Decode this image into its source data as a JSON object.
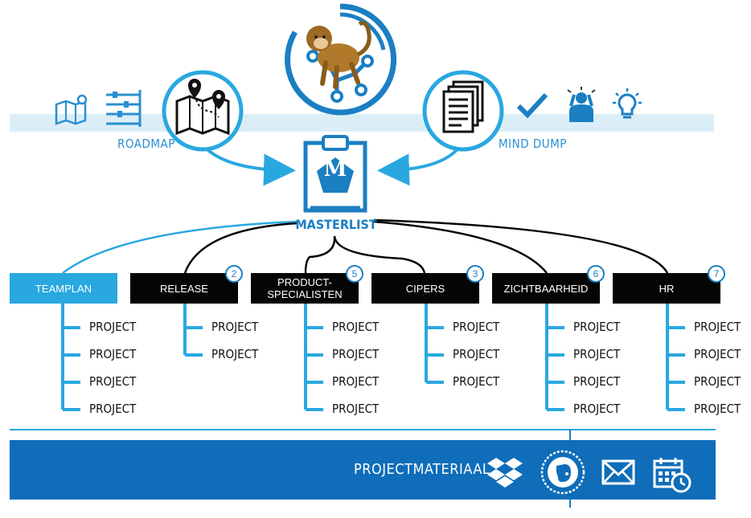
{
  "header": {
    "roadmap_label": "ROADMAP",
    "mind_dump_label": "MIND DUMP",
    "masterlist_label": "MASTERLIST",
    "masterlist_letter": "M"
  },
  "teams": [
    {
      "label": "TEAMPLAN",
      "badge": "",
      "projects": [
        "PROJECT",
        "PROJECT",
        "PROJECT",
        "PROJECT"
      ]
    },
    {
      "label": "RELEASE",
      "badge": "2",
      "projects": [
        "PROJECT",
        "PROJECT"
      ]
    },
    {
      "label": "PRODUCT-",
      "label2": "SPECIALISTEN",
      "badge": "5",
      "projects": [
        "PROJECT",
        "PROJECT",
        "PROJECT",
        "PROJECT"
      ]
    },
    {
      "label": "CIPERS",
      "badge": "3",
      "projects": [
        "PROJECT",
        "PROJECT",
        "PROJECT"
      ]
    },
    {
      "label": "ZICHTBAARHEID",
      "badge": "6",
      "projects": [
        "PROJECT",
        "PROJECT",
        "PROJECT",
        "PROJECT"
      ]
    },
    {
      "label": "HR",
      "badge": "7",
      "projects": [
        "PROJECT",
        "PROJECT",
        "PROJECT",
        "PROJECT"
      ]
    }
  ],
  "footer": {
    "label": "PROJECTMATERIAAL"
  },
  "colors": {
    "accent": "#1b7fc3",
    "light_blue": "#29a8e0",
    "band": "#dbeef8",
    "footer": "#0f6db9"
  }
}
